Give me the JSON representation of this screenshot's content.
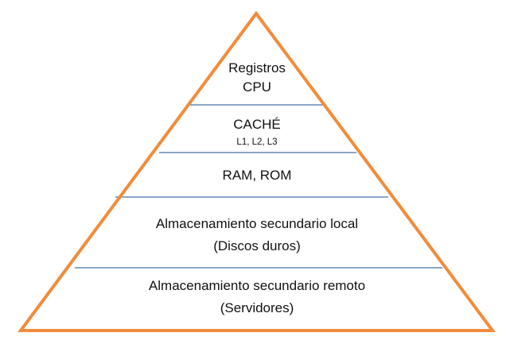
{
  "colors": {
    "outline": "#F08C3C",
    "divider": "#4472A8"
  },
  "levels": [
    {
      "lines": [
        "Registros",
        "CPU"
      ]
    },
    {
      "lines": [
        "CACHÉ"
      ],
      "sub": "L1, L2, L3"
    },
    {
      "lines": [
        "RAM, ROM"
      ]
    },
    {
      "lines": [
        "Almacenamiento secundario local",
        "(Discos duros)"
      ]
    },
    {
      "lines": [
        "Almacenamiento secundario remoto",
        "(Servidores)"
      ]
    }
  ]
}
